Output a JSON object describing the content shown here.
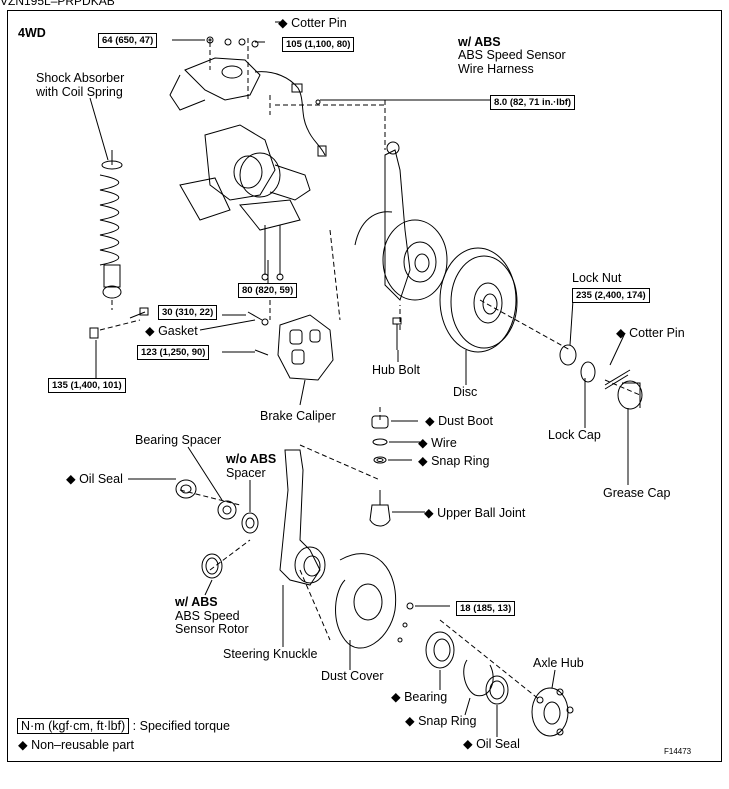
{
  "header_code": "VZN195L–PRPDKAB",
  "variant": "4WD",
  "torques": {
    "t64": "64 (650, 47)",
    "t105": "105 (1,100, 80)",
    "t8": "8.0 (82, 71 in.·lbf)",
    "t80": "80 (820, 59)",
    "t30": "30 (310, 22)",
    "t123": "123 (1,250, 90)",
    "t135": "135 (1,400, 101)",
    "t235": "235 (2,400, 174)",
    "t18": "18 (185, 13)"
  },
  "labels": {
    "cotter_pin_top": "◆ Cotter Pin",
    "abs_wire_1": "w/  ABS",
    "abs_wire_2": "ABS Speed Sensor",
    "abs_wire_3": "Wire Harness",
    "shock_1": "Shock Absorber",
    "shock_2": "with Coil Spring",
    "gasket": "◆ Gasket",
    "hub_bolt": "Hub Bolt",
    "disc": "Disc",
    "lock_nut": "Lock Nut",
    "cotter_pin_right": "◆ Cotter Pin",
    "brake_caliper": "Brake Caliper",
    "dust_boot": "◆ Dust Boot",
    "wire": "◆ Wire",
    "snap_ring_small": "◆ Snap Ring",
    "lock_cap": "Lock Cap",
    "bearing_spacer": "Bearing Spacer",
    "wo_abs": "w/o ABS",
    "spacer": "Spacer",
    "oil_seal_left": "◆ Oil Seal",
    "grease_cap": "Grease Cap",
    "upper_ball_joint": "◆ Upper Ball Joint",
    "abs_rotor_1": "w/  ABS",
    "abs_rotor_2": "ABS Speed",
    "abs_rotor_3": "Sensor Rotor",
    "steering_knuckle": "Steering Knuckle",
    "dust_cover": "Dust Cover",
    "axle_hub": "Axle Hub",
    "bearing": "◆ Bearing",
    "snap_ring_bottom": "◆ Snap Ring",
    "oil_seal_bottom": "◆ Oil Seal"
  },
  "legend": {
    "unit": "N·m (kgf·cm, ft·lbf)",
    "unit_desc": ": Specified torque",
    "non_reusable": "◆ Non–reusable part"
  },
  "figure_id": "F14473"
}
